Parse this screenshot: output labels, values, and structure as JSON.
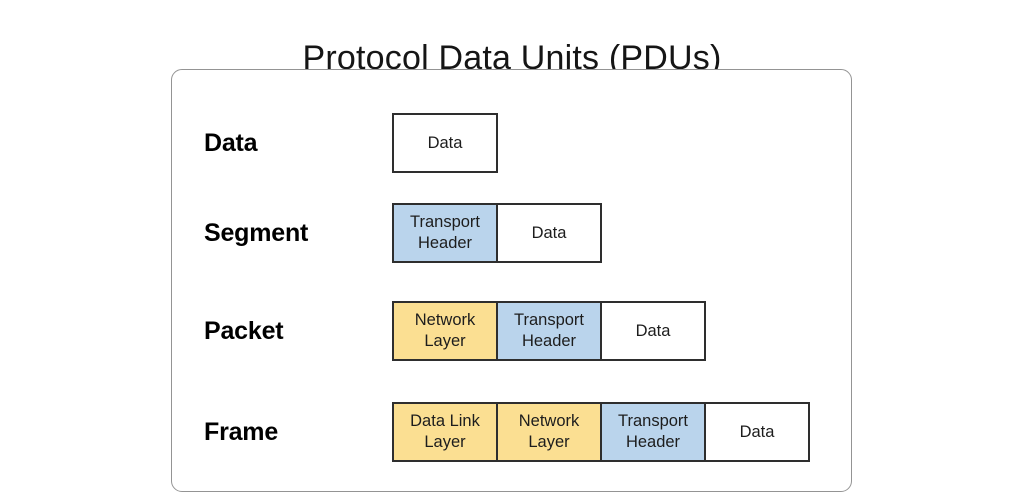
{
  "page": {
    "title": "Protocol Data Units (PDUs)"
  },
  "colors": {
    "white_fill": "#ffffff",
    "blue_fill": "#bad4ec",
    "yellow_fill": "#fbdf92",
    "box_border": "#2e2e2e",
    "panel_border": "#949494",
    "title_text": "#151515",
    "label_text": "#000000"
  },
  "diagram": {
    "rows": [
      {
        "label": "Data",
        "boxes": [
          {
            "text": "Data",
            "fill": "white"
          }
        ]
      },
      {
        "label": "Segment",
        "boxes": [
          {
            "text": "Transport\nHeader",
            "fill": "blue"
          },
          {
            "text": "Data",
            "fill": "white"
          }
        ]
      },
      {
        "label": "Packet",
        "boxes": [
          {
            "text": "Network\nLayer",
            "fill": "yellow"
          },
          {
            "text": "Transport\nHeader",
            "fill": "blue"
          },
          {
            "text": "Data",
            "fill": "white"
          }
        ]
      },
      {
        "label": "Frame",
        "boxes": [
          {
            "text": "Data Link\nLayer",
            "fill": "yellow"
          },
          {
            "text": "Network\nLayer",
            "fill": "yellow"
          },
          {
            "text": "Transport\nHeader",
            "fill": "blue"
          },
          {
            "text": "Data",
            "fill": "white"
          }
        ]
      }
    ]
  }
}
